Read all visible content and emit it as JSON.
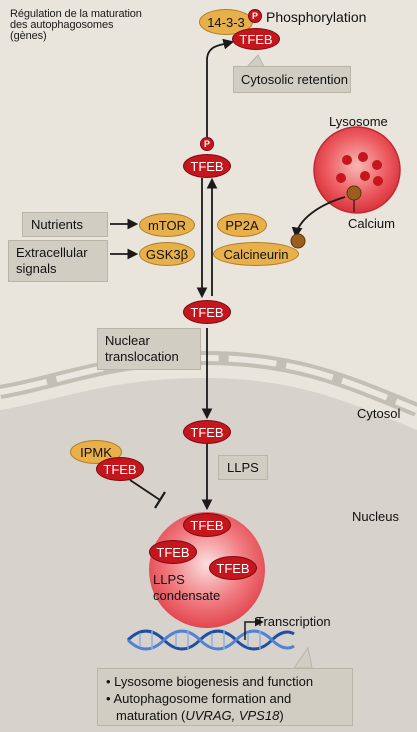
{
  "header": {
    "line1": "Régulation de la maturation",
    "line2": "des autophagosomes",
    "line3": "(gènes)"
  },
  "top": {
    "protein": "14-3-3",
    "p_label": "P",
    "tfeb": "TFEB",
    "phosphorylation": "Phosphorylation",
    "retention": "Cytosolic retention"
  },
  "lysosome": {
    "title": "Lysosome",
    "calcium": "Calcium"
  },
  "cyto": {
    "p_label": "P",
    "tfeb_phospho": "TFEB",
    "nutrients": "Nutrients",
    "extracellular_line1": "Extracellular",
    "extracellular_line2": "signals",
    "mtor": "mTOR",
    "gsk3b": "GSK3β",
    "pp2a": "PP2A",
    "calcineurin": "Calcineurin",
    "tfeb_free": "TFEB",
    "translocation_line1": "Nuclear",
    "translocation_line2": "translocation",
    "cytosol": "Cytosol"
  },
  "nucleus": {
    "label": "Nucleus",
    "tfeb_entry": "TFEB",
    "llps": "LLPS",
    "ipmk": "IPMK",
    "tfeb_ipmk": "TFEB",
    "condensate_tfeb_1": "TFEB",
    "condensate_tfeb_2": "TFEB",
    "condensate_tfeb_3": "TFEB",
    "condensate_line1": "LLPS",
    "condensate_line2": "condensate",
    "transcription": "Transcription",
    "out_line1": "• Lysosome biogenesis and function",
    "out_line2": "• Autophagosome formation and",
    "out_line3_plain": "maturation (",
    "out_line3_genes": "UVRAG, VPS18",
    "out_line3_close": ")"
  },
  "colors": {
    "tfeb": "#c4161c",
    "regulator": "#e8b04a",
    "lysosome": "#e24048",
    "nucleus": "#d7d2cb",
    "label_box": "#d2cdc3",
    "dna": "#1e4fa0"
  }
}
